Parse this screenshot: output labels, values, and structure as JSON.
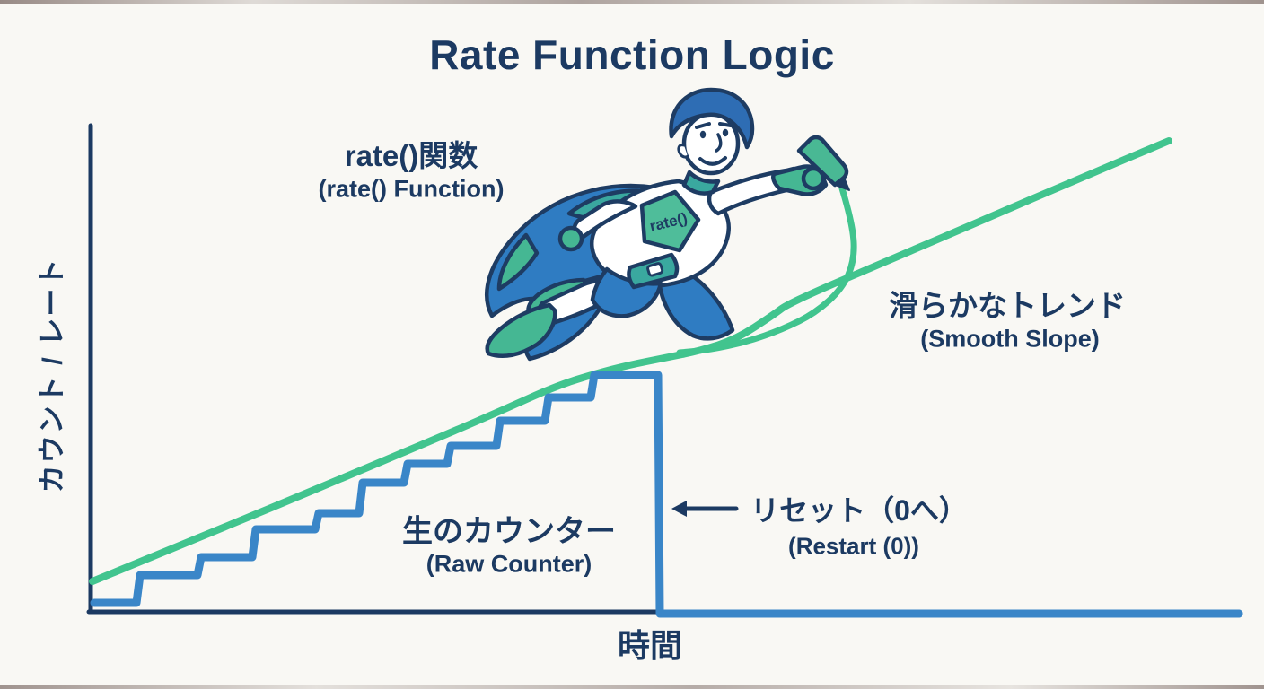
{
  "title": "Rate Function Logic",
  "axes_labels": {
    "y": "カウント / レート",
    "x": "時間"
  },
  "annotations": {
    "rate_fn": {
      "jp": "rate()関数",
      "en": "(rate() Function)"
    },
    "smooth": {
      "jp": "滑らかなトレンド",
      "en": "(Smooth Slope)"
    },
    "raw": {
      "jp": "生のカウンター",
      "en": "(Raw Counter)"
    },
    "reset": {
      "jp": "リセット（0へ）",
      "en": "(Restart (0))",
      "arrow": {
        "tail": [
          820,
          567
        ],
        "head": [
          748,
          567
        ]
      }
    }
  },
  "character": {
    "description": "superhero flying up-right drawing the green trend line with a pen",
    "emblem_text": "rate()"
  },
  "colors": {
    "background": "#f9f8f4",
    "navy_text": "#1c3a62",
    "axis": "#1c3a62",
    "raw_counter_blue": "#3a86c8",
    "trend_green": "#41c48e",
    "hair_blue": "#2e6db4",
    "cape_blue": "#2f7cc2",
    "cape_teal": "#3aa89f",
    "suit_seafoam": "#45b793",
    "emblem_green": "#4fbd9a"
  },
  "chart_data": {
    "type": "line",
    "title": "Rate Function Logic",
    "xlabel": "時間",
    "ylabel": "カウント / レート",
    "grid": false,
    "legend": "none (inline annotations)",
    "units": "pixel coordinates on 1408x768 canvas; conceptual diagram with unnumbered axes",
    "axes": {
      "y_axis": [
        [
          101,
          682
        ],
        [
          101,
          140
        ]
      ],
      "x_axis": [
        [
          99,
          682
        ],
        [
          742,
          682
        ]
      ],
      "reset_zero_line": [
        [
          736,
          684
        ],
        [
          1380,
          684
        ]
      ]
    },
    "series": {
      "raw_counter": {
        "label": "生のカウンター (Raw Counter) — step counter that resets to 0",
        "color": "#3a86c8",
        "shape": "steps rising, vertical reset drop, then flat at zero",
        "points": [
          [
            105,
            672
          ],
          [
            152,
            672
          ],
          [
            156,
            641
          ],
          [
            220,
            641
          ],
          [
            224,
            621
          ],
          [
            281,
            621
          ],
          [
            285,
            590
          ],
          [
            351,
            590
          ],
          [
            355,
            572
          ],
          [
            400,
            572
          ],
          [
            404,
            538
          ],
          [
            450,
            538
          ],
          [
            454,
            517
          ],
          [
            498,
            517
          ],
          [
            502,
            497
          ],
          [
            553,
            497
          ],
          [
            557,
            469
          ],
          [
            607,
            469
          ],
          [
            611,
            443
          ],
          [
            658,
            443
          ],
          [
            662,
            418
          ],
          [
            733,
            418
          ],
          [
            735,
            684
          ],
          [
            1380,
            684
          ]
        ]
      },
      "smooth_trend": {
        "label": "滑らかなトレンド (Smooth Slope) — rate() result",
        "color": "#41c48e",
        "shape": "smooth",
        "points": [
          [
            103,
            648
          ],
          [
            200,
            608
          ],
          [
            300,
            567
          ],
          [
            400,
            525
          ],
          [
            500,
            483
          ],
          [
            560,
            457
          ],
          [
            620,
            430
          ],
          [
            665,
            416
          ],
          [
            700,
            407
          ],
          [
            740,
            399
          ],
          [
            780,
            391
          ],
          [
            820,
            378
          ],
          [
            860,
            352
          ],
          [
            880,
            337
          ],
          [
            1000,
            286
          ],
          [
            1100,
            243
          ],
          [
            1200,
            200
          ],
          [
            1302,
            157
          ]
        ]
      },
      "pen_stroke": {
        "label": "stroke flowing from the superhero's pen into the trend line",
        "color": "#41c48e",
        "shape": "smooth",
        "points": [
          [
            938,
            210
          ],
          [
            950,
            250
          ],
          [
            952,
            290
          ],
          [
            938,
            322
          ],
          [
            908,
            349
          ],
          [
            872,
            367
          ],
          [
            832,
            381
          ],
          [
            790,
            390
          ],
          [
            757,
            393
          ]
        ]
      }
    }
  }
}
